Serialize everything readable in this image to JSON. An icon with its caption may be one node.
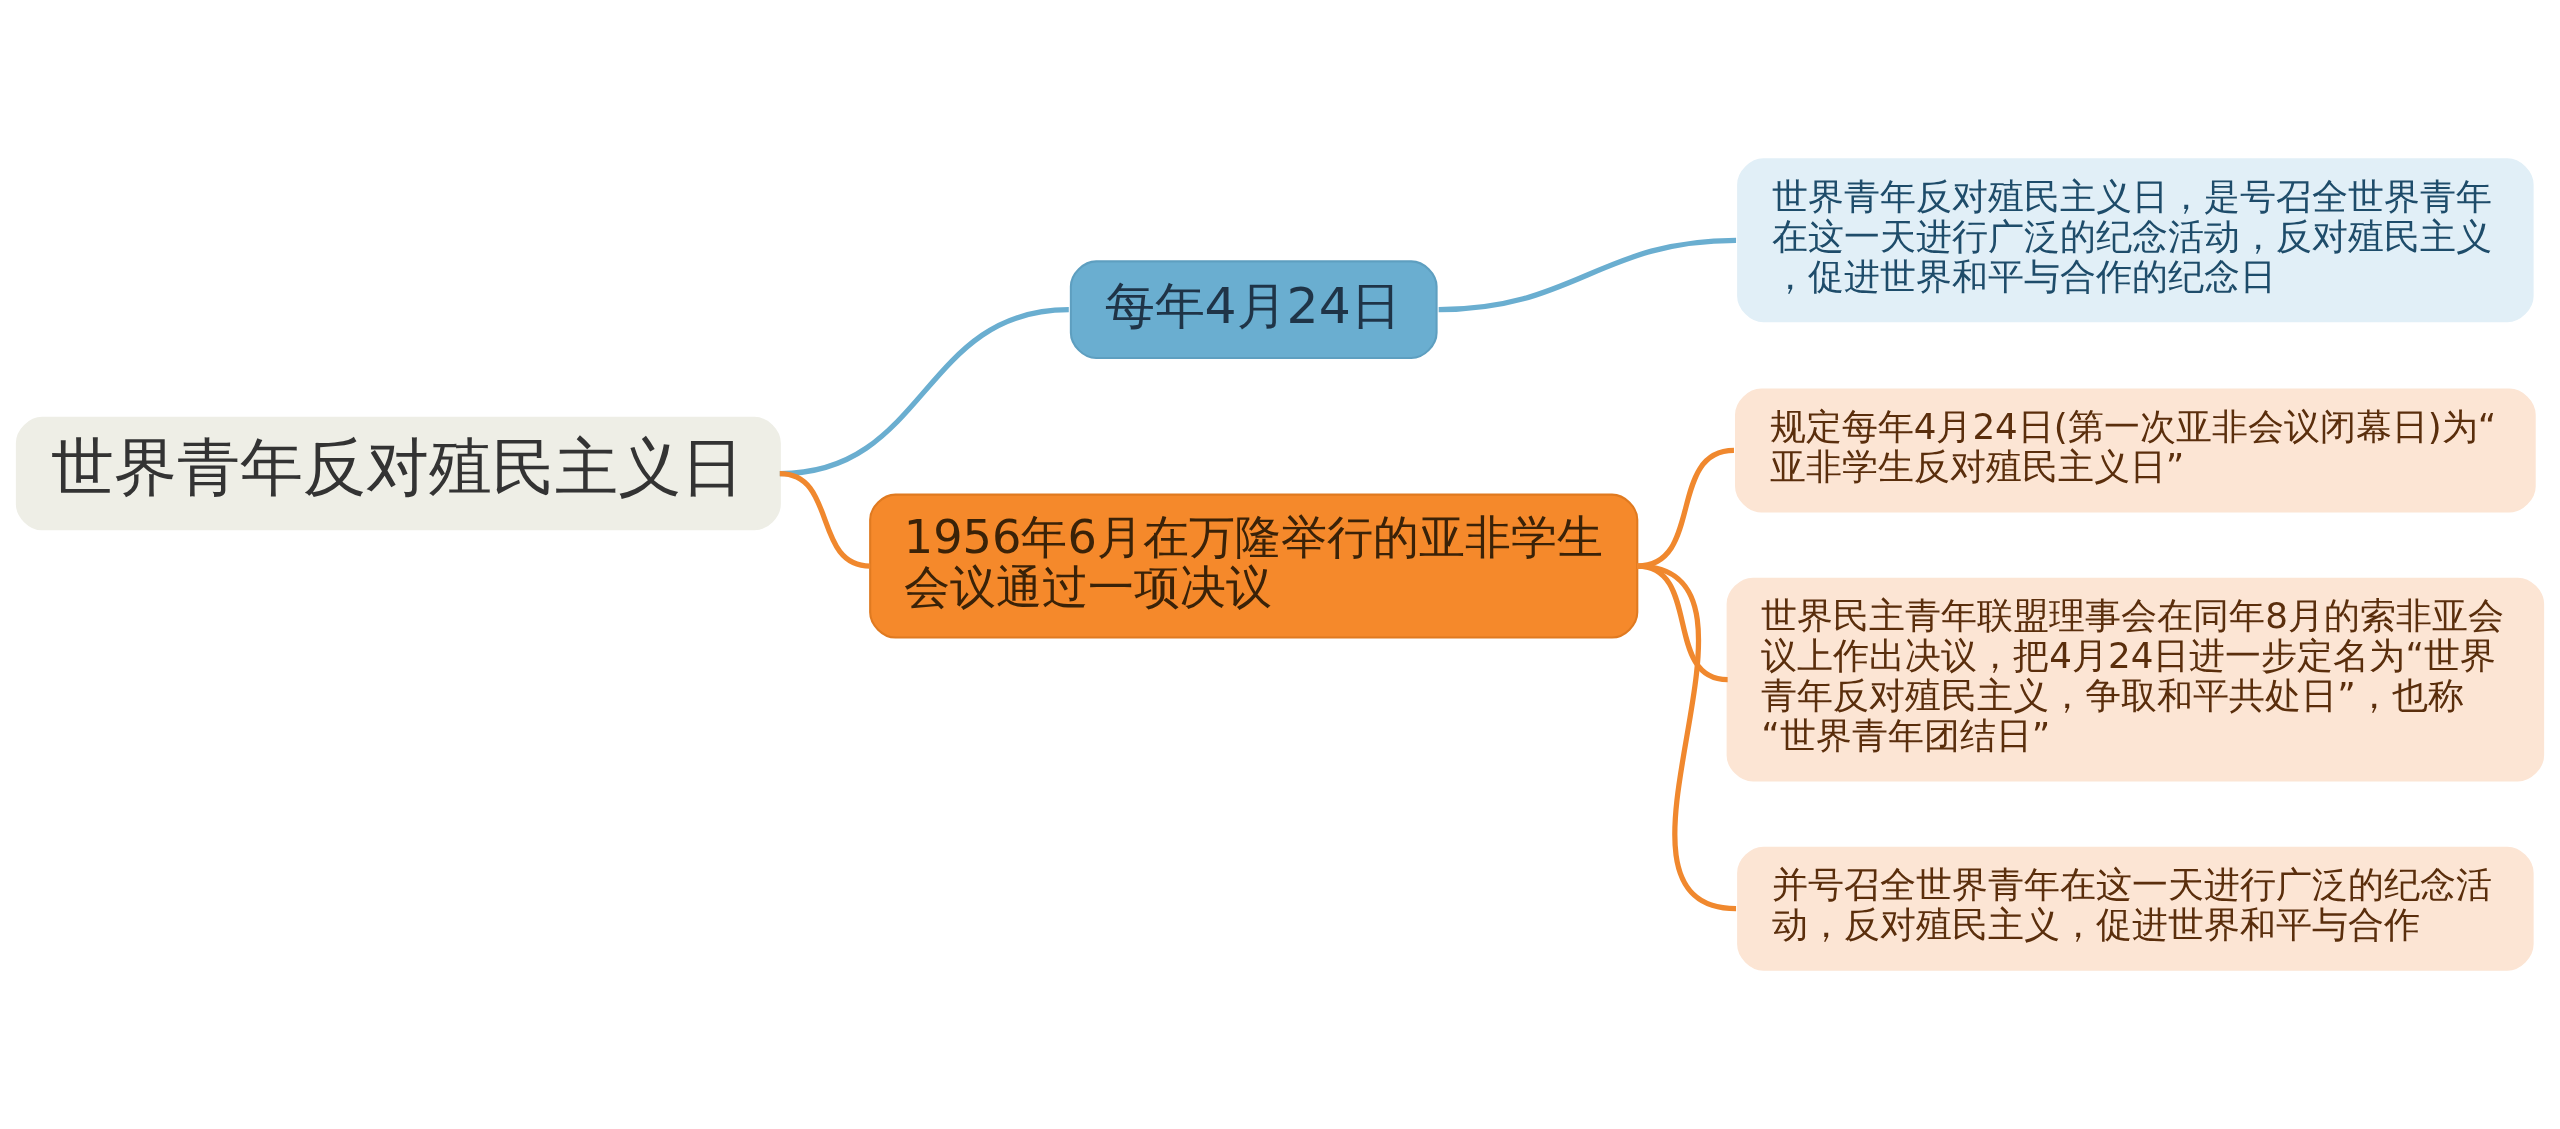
{
  "diagram": {
    "nodes": [
      {
        "text": [
          "世界青年反对殖民主义日"
        ]
      },
      {
        "text": [
          "每年4月24日"
        ]
      },
      {
        "text": [
          "1956年6月在万隆举行的亚非学生会议通过一项决议"
        ]
      },
      {
        "text": [
          "世界青年反对殖民主义日，是号召全世界青年在这一天进行广泛的纪念活动，反对殖民主义，促进世界和平与合作的纪念日"
        ]
      },
      {
        "text": [
          "规定每年4月24日(第一次亚非会议闭幕日)为“亚非学生反对殖民主义日”"
        ]
      },
      {
        "text": [
          "世界民主青年联盟理事会在同年8月的索非亚会议上作出决议，把4月24日进一步定名为“世界青年反对殖民主义，争取和平共处日”，也称“世界青年团结日”"
        ]
      },
      {
        "text": [
          "并号召全世界青年在这一天进行广泛的纪念活动，反对殖民主义，促进世界和平与合作"
        ]
      }
    ],
    "edges": [
      {
        "from": 0,
        "to": 1,
        "arrow": "none",
        "color": "#6aaed0"
      },
      {
        "from": 0,
        "to": 2,
        "arrow": "none"
      },
      {
        "from": 1,
        "to": 3,
        "arrow": "none",
        "color": "#6aaed0"
      },
      {
        "from": 2,
        "to": 4,
        "arrow": "none"
      },
      {
        "from": 2,
        "to": 5,
        "arrow": "none"
      },
      {
        "from": 2,
        "to": 6,
        "arrow": "none"
      }
    ]
  }
}
